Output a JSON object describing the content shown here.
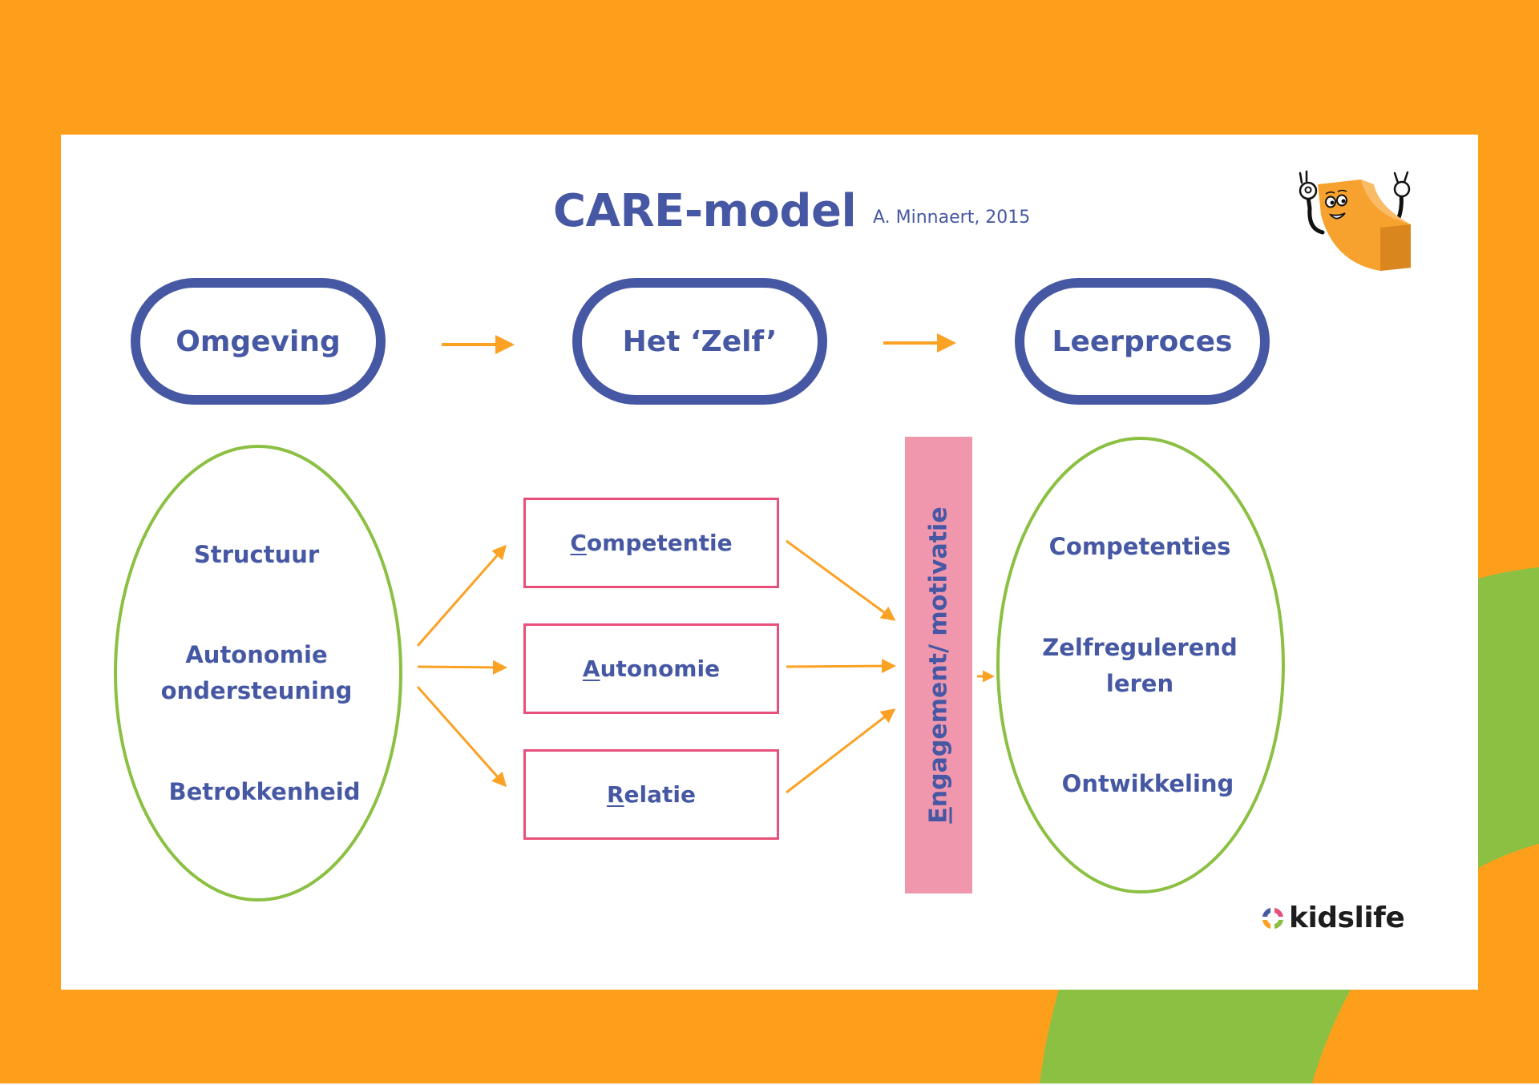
{
  "title": "CARE-model",
  "citation": "A. Minnaert, 2015",
  "colors": {
    "background_orange": "#FE9F1C",
    "background_green": "#8BC043",
    "navy": "#4658A3",
    "pink_border": "#E8507A",
    "pink_bar": "#F097AE",
    "arrow_orange": "#FBA124",
    "ellipse_green": "#8BC043"
  },
  "stages": [
    {
      "label": "Omgeving"
    },
    {
      "label": "Het ‘Zelf’"
    },
    {
      "label": "Leerproces"
    }
  ],
  "environment": {
    "items": [
      {
        "text": "Structuur"
      },
      {
        "text": "Autonomie\nondersteuning"
      },
      {
        "text": "Betrokkenheid"
      }
    ]
  },
  "self": {
    "needs": [
      {
        "initial": "C",
        "rest": "ompetentie"
      },
      {
        "initial": "A",
        "rest": "utonomie"
      },
      {
        "initial": "R",
        "rest": "elatie"
      }
    ]
  },
  "engagement": {
    "initial": "E",
    "rest": "ngagement/ motivatie"
  },
  "outcomes": {
    "items": [
      {
        "text": "Competenties"
      },
      {
        "text": "Zelfregulerend\nleren"
      },
      {
        "text": "Ontwikkeling"
      }
    ]
  },
  "logo": {
    "text": "kidslife",
    "icon": "kidslife-ring-icon"
  },
  "mascot": {
    "icon": "mascot-letter-c-icon"
  }
}
